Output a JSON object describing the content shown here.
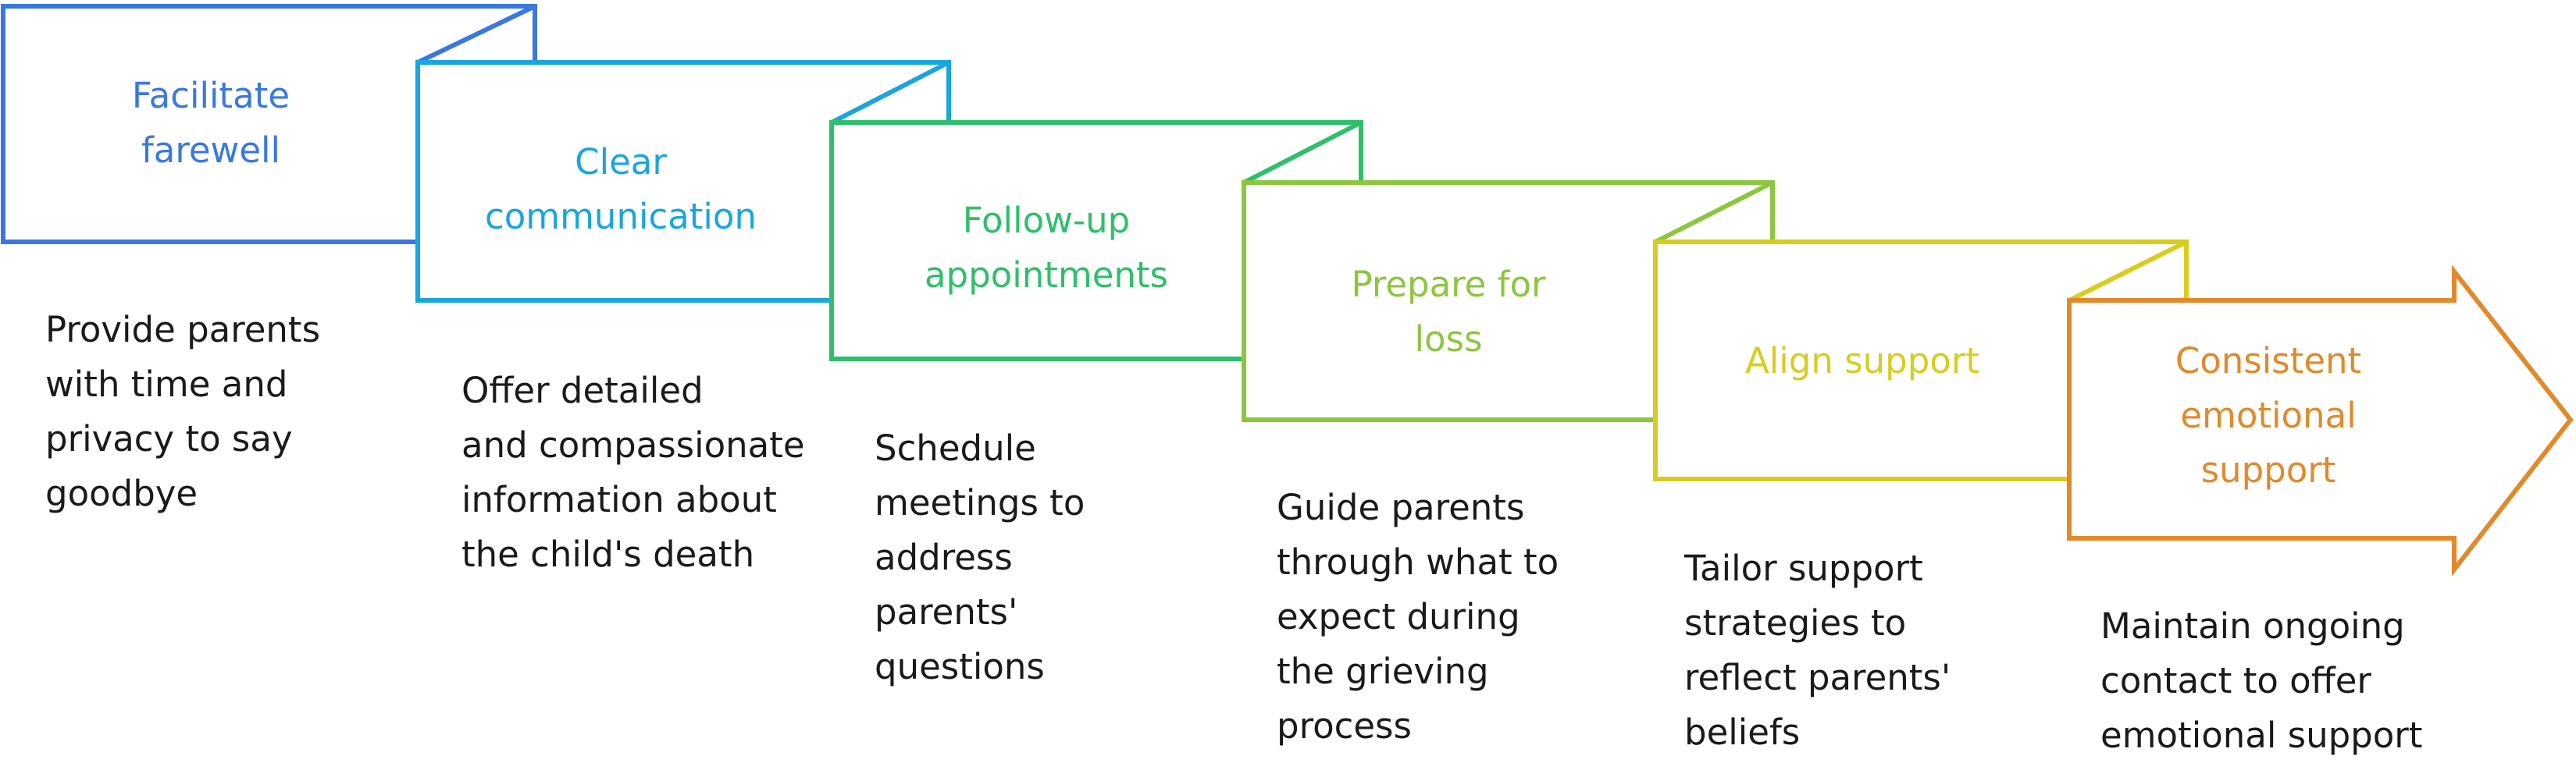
{
  "steps": [
    {
      "title": "Facilitate\nfarewell",
      "description": "Provide parents\nwith time and\nprivacy to say\ngoodbye",
      "color": "#3a78e0"
    },
    {
      "title": "Clear\ncommunication",
      "description": "Offer detailed\nand compassionate\ninformation about\nthe child's death",
      "color": "#1aa5dc"
    },
    {
      "title": "Follow-up\nappointments",
      "description": "Schedule\nmeetings to\naddress\nparents'\nquestions",
      "color": "#2fbf6b"
    },
    {
      "title": "Prepare for\nloss",
      "description": "Guide parents\nthrough what to\nexpect during\nthe grieving\nprocess",
      "color": "#8cc63f"
    },
    {
      "title": "Align support",
      "description": "Tailor support\nstrategies to\nreflect parents'\nbeliefs",
      "color": "#d8cc1e"
    },
    {
      "title": "Consistent\nemotional\nsupport",
      "description": "Maintain ongoing\ncontact to offer\nemotional support",
      "color": "#e08a2c"
    }
  ]
}
